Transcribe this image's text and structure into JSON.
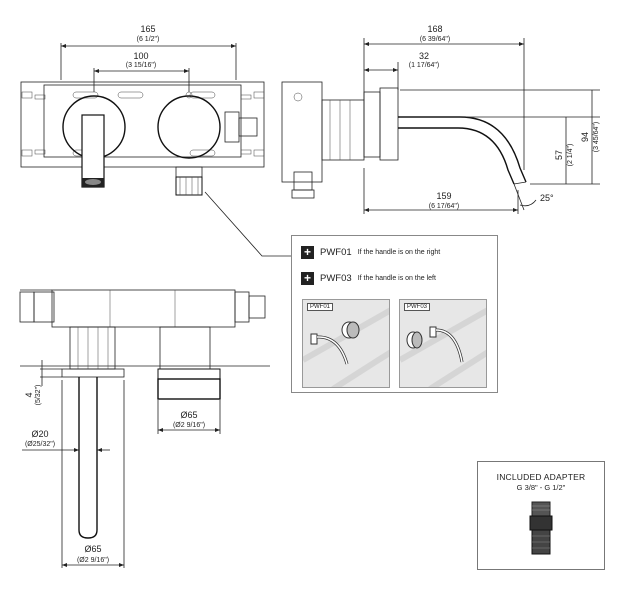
{
  "top_view": {
    "width_mm": "165",
    "width_in": "(6 1/2\")",
    "centers_mm": "100",
    "centers_in": "(3 15/16\")"
  },
  "side_view": {
    "length_mm": "168",
    "length_in": "(6 39/64\")",
    "offset_mm": "32",
    "offset_in": "(1 17/64\")",
    "spout_mm": "159",
    "spout_in": "(6 17/64\")",
    "h1_mm": "57",
    "h1_in": "(2 1/4\")",
    "h2_mm": "94",
    "h2_in": "(3 45/64\")",
    "angle": "25°"
  },
  "front_view": {
    "depth_mm": "4",
    "depth_in": "(5/32\")",
    "spout_dia_mm": "Ø20",
    "spout_dia_in": "(Ø25/32\")",
    "plate_dia_mm": "Ø65",
    "plate_dia_in": "(Ø2 9/16\")",
    "handle_dia_mm": "Ø65",
    "handle_dia_in": "(Ø2 9/16\")"
  },
  "options": [
    {
      "code": "PWF01",
      "desc": "If the handle is on the right"
    },
    {
      "code": "PWF03",
      "desc": "If the handle is on the left"
    }
  ],
  "thumbs": [
    "PWF01",
    "PWF03"
  ],
  "adapter": {
    "title": "INCLUDED ADAPTER",
    "spec": "G 3/8\" - G 1/2\""
  }
}
